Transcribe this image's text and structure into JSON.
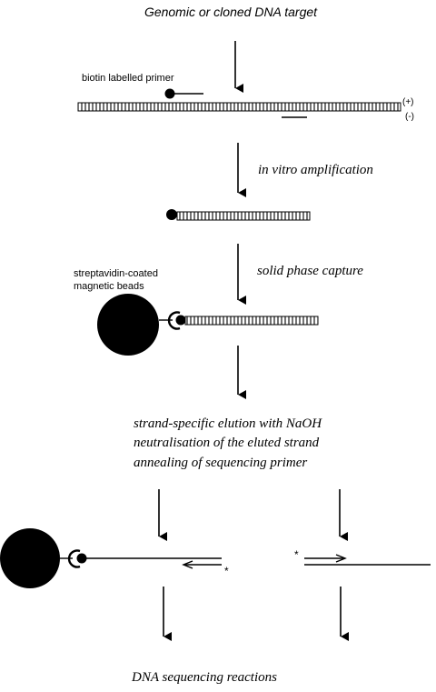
{
  "title": "Genomic or cloned DNA target",
  "labels": {
    "biotin_primer": "biotin labelled primer",
    "plus_strand": "(+)",
    "minus_strand": "(-)",
    "bead_label_line1": "streptavidin-coated",
    "bead_label_line2": "magnetic beads"
  },
  "steps": {
    "amplification": "in vitro amplification",
    "capture": "solid phase capture",
    "elution_line1": "strand-specific elution with NaOH",
    "elution_line2": "neutralisation of the  eluted strand",
    "elution_line3": "annealing of sequencing primer",
    "final": "DNA sequencing reactions"
  },
  "marks": {
    "star_left": "*",
    "star_right": "*"
  }
}
